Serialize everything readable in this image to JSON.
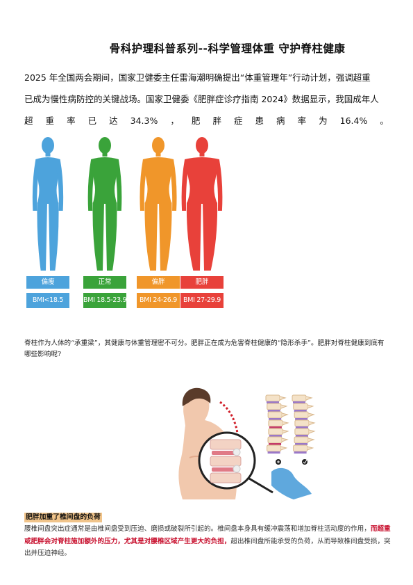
{
  "title": "骨科护理科普系列--科学管理体重  守护脊柱健康",
  "intro": {
    "line1": "2025 年全国两会期间，国家卫健委主任雷海潮明确提出“体重管理年”行动计划，强调超重",
    "line2": "已成为慢性病防控的关键战场。国家卫健委《肥胖症诊疗指南 2024》数据显示，我国成年人",
    "line3_tokens": [
      "超",
      "重",
      "率",
      "已",
      "达",
      "34.3%",
      "，",
      "肥",
      "胖",
      "症",
      "患",
      "病",
      "率",
      "为",
      "16.4%",
      "。"
    ]
  },
  "figures": [
    {
      "label": "偏瘦",
      "bmi": "BMI<18.5",
      "color": "#4da3dc"
    },
    {
      "label": "正常",
      "bmi": "BMI 18.5-23.9",
      "color": "#3aa33a"
    },
    {
      "label": "偏胖",
      "bmi": "BMI 24-26.9",
      "color": "#f0962a"
    },
    {
      "label": "肥胖",
      "bmi": "BMI 27-29.9",
      "color": "#e8413a"
    }
  ],
  "paragraph2": "脊柱作为人体的“承重梁”，其健康与体重管理密不可分。肥胖正在成为危害脊柱健康的“隐形杀手”。肥胖对脊柱健康到底有哪些影响呢?",
  "section_heading": "肥胖加重了椎间盘的负荷",
  "paragraph3": {
    "before": "腰椎间盘突出症通常是由椎间盘受到压迫、磨损或破裂所引起的。椎间盘本身具有缓冲震荡和增加脊柱活动度的作用，",
    "highlight": "而超重或肥胖会对脊柱施加额外的压力，尤其是对腰椎区域产生更大的负担，",
    "after": "超出椎间盘所能承受的负荷，从而导致椎间盘受损，突出并压迫神经。"
  }
}
